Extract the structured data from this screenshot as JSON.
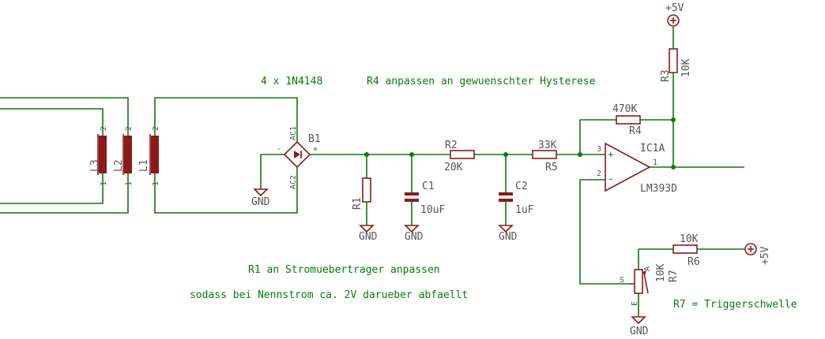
{
  "notes": {
    "diodes": "4 x 1N4148",
    "r4_note": "R4 anpassen an gewuenschter Hysterese",
    "r1_note_1": "R1 an Stromuebertrager anpassen",
    "r1_note_2": "sodass bei Nennstrom ca. 2V darueber abfaellt",
    "r7_note": "R7 = Triggerschwelle"
  },
  "components": {
    "L1": {
      "name": "L1",
      "pin1": "1",
      "pin2": "2"
    },
    "L2": {
      "name": "L2",
      "pin1": "1",
      "pin2": "2"
    },
    "L3": {
      "name": "L3",
      "pin1": "1",
      "pin2": "2"
    },
    "B1": {
      "name": "B1",
      "ac1": "AC1",
      "ac2": "AC2",
      "minus": "-",
      "plus": "+"
    },
    "R1": {
      "name": "R1"
    },
    "C1": {
      "name": "C1",
      "value": "10uF"
    },
    "R2": {
      "name": "R2",
      "value": "20K"
    },
    "C2": {
      "name": "C2",
      "value": "1uF"
    },
    "R5": {
      "name": "R5",
      "value": "33K"
    },
    "R4": {
      "name": "R4",
      "value": "470K"
    },
    "R3": {
      "name": "R3",
      "value": "10K"
    },
    "IC1A": {
      "name": "IC1A",
      "part": "LM393D",
      "pin_in_plus": "3",
      "pin_in_minus": "2",
      "pin_out": "1",
      "plus_sign": "+",
      "minus_sign": "-"
    },
    "R6": {
      "name": "R6",
      "value": "10K"
    },
    "R7": {
      "name": "R7",
      "value": "10K",
      "pin_a": "A",
      "pin_s": "S",
      "pin_e": "E"
    }
  },
  "supplies": {
    "vcc_top": "+5V",
    "vcc_right": "+5V",
    "gnd": "GND"
  }
}
